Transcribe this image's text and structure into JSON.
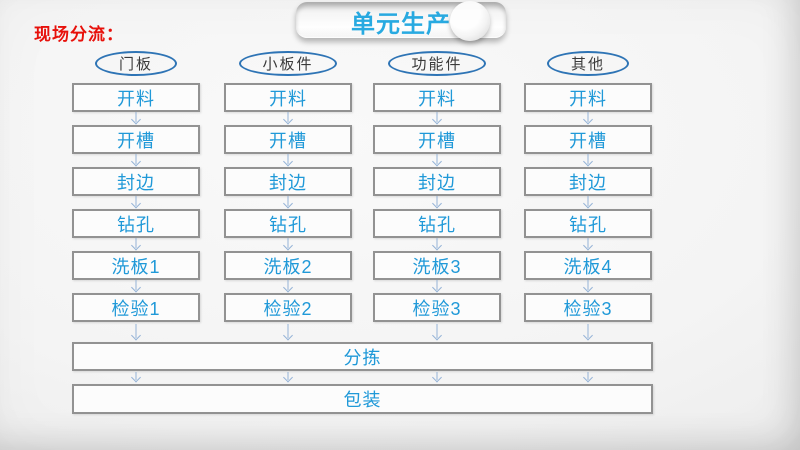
{
  "slide": {
    "label": "现场分流：",
    "title": "单元生产"
  },
  "flow": {
    "columns": [
      {
        "header": "门板",
        "steps": [
          "开料",
          "开槽",
          "封边",
          "钻孔",
          "洗板1",
          "检验1"
        ]
      },
      {
        "header": "小板件",
        "steps": [
          "开料",
          "开槽",
          "封边",
          "钻孔",
          "洗板2",
          "检验2"
        ]
      },
      {
        "header": "功能件",
        "steps": [
          "开料",
          "开槽",
          "封边",
          "钻孔",
          "洗板3",
          "检验3"
        ]
      },
      {
        "header": "其他",
        "steps": [
          "开料",
          "开槽",
          "封边",
          "钻孔",
          "洗板4",
          "检验3"
        ]
      }
    ],
    "merge_steps": [
      "分拣",
      "包装"
    ]
  },
  "colors": {
    "label_text": "#e8120c",
    "title_text": "#29abe2",
    "step_text": "#2099d8",
    "oval_border": "#2e74b5",
    "box_border": "#929292",
    "arrow": "#95b3d7"
  }
}
